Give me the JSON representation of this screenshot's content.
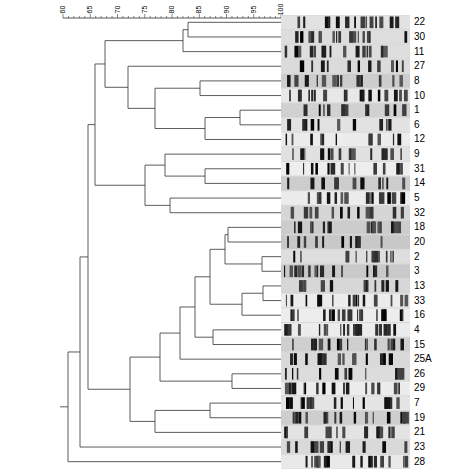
{
  "diagram": {
    "labels": [
      "60",
      "65",
      "70",
      "75",
      "80",
      "85",
      "90",
      "95",
      "100",
      "22",
      "30",
      "11",
      "27",
      "8",
      "10",
      "1",
      "6",
      "12",
      "9",
      "31",
      "14",
      "5",
      "32",
      "18",
      "20",
      "2",
      "3",
      "13",
      "33",
      "16",
      "4",
      "15",
      "25A",
      "26",
      "29",
      "7",
      "19",
      "21",
      "23",
      "28"
    ]
  }
}
